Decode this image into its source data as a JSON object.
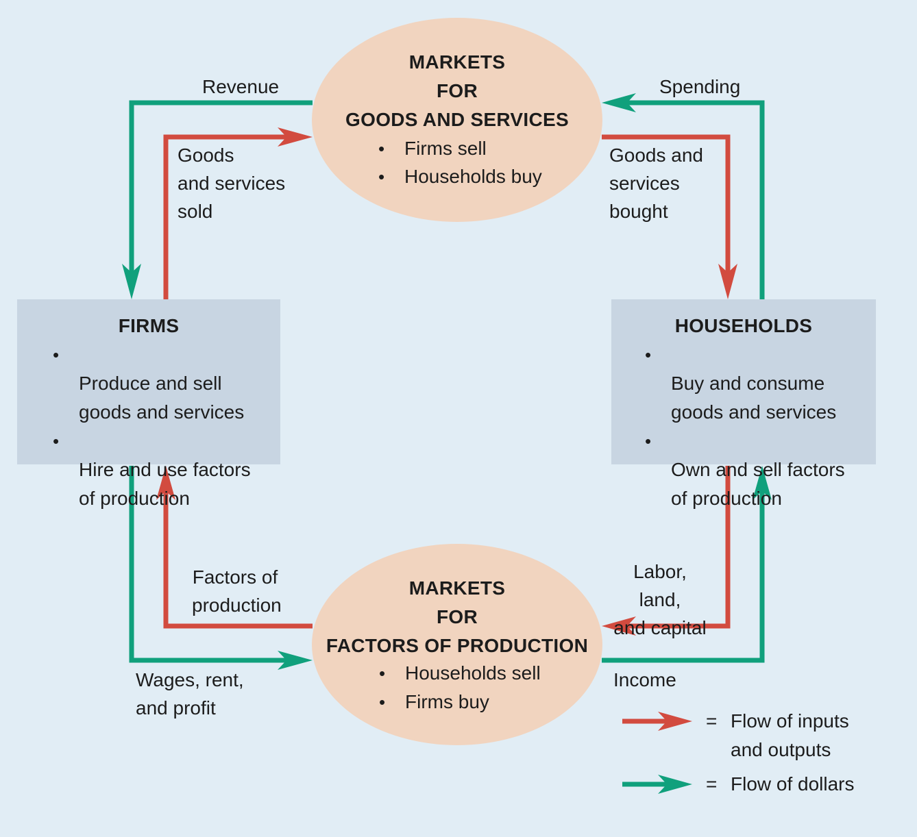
{
  "colors": {
    "inputs": "#d24b3f",
    "dollars": "#10a07c",
    "background": "#e1edf5",
    "box": "#c8d5e2",
    "oval": "#f1d4bf"
  },
  "goods_market": {
    "title_lines": [
      "MARKETS",
      "FOR",
      "GOODS AND SERVICES"
    ],
    "items": [
      "Firms sell",
      "Households buy"
    ]
  },
  "factor_market": {
    "title_lines": [
      "MARKETS",
      "FOR",
      "FACTORS OF PRODUCTION"
    ],
    "items": [
      "Households sell",
      "Firms buy"
    ]
  },
  "firms": {
    "title": "FIRMS",
    "items": [
      "Produce and sell\ngoods and services",
      "Hire and use factors\nof production"
    ]
  },
  "households": {
    "title": "HOUSEHOLDS",
    "items": [
      "Buy and consume\ngoods and services",
      "Own and sell factors\nof production"
    ]
  },
  "bullet": "•",
  "labels": {
    "revenue": "Revenue",
    "spending": "Spending",
    "goods_sold": "Goods\nand services\nsold",
    "goods_bought": "Goods and\nservices\nbought",
    "factors": "Factors of\nproduction",
    "labor": "Labor, land,\nand capital",
    "wages": "Wages, rent,\nand profit",
    "income": "Income"
  },
  "legend": {
    "equals": "=",
    "inputs": "Flow of inputs\nand outputs",
    "dollars": "Flow of dollars"
  }
}
